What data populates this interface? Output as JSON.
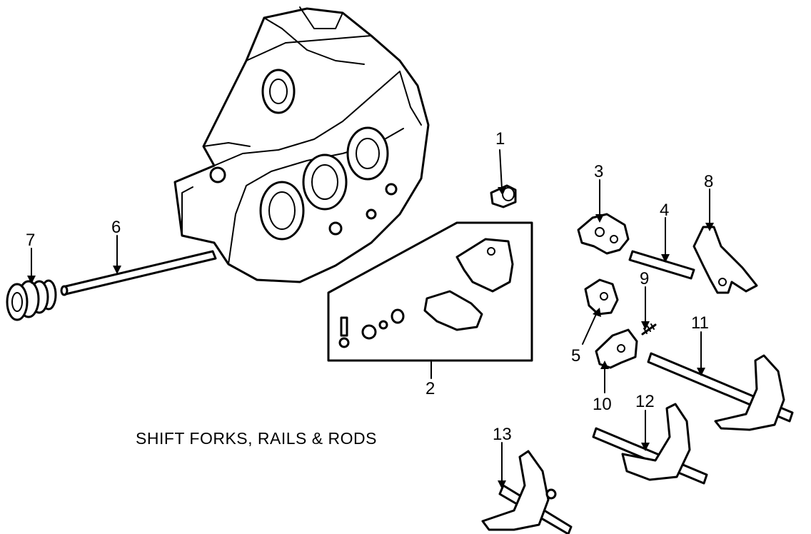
{
  "caption": "SHIFT FORKS, RAILS & RODS",
  "callouts": {
    "c1": "1",
    "c2": "2",
    "c3": "3",
    "c4": "4",
    "c5": "5",
    "c6": "6",
    "c7": "7",
    "c8": "8",
    "c9": "9",
    "c10": "10",
    "c11": "11",
    "c12": "12",
    "c13": "13"
  }
}
